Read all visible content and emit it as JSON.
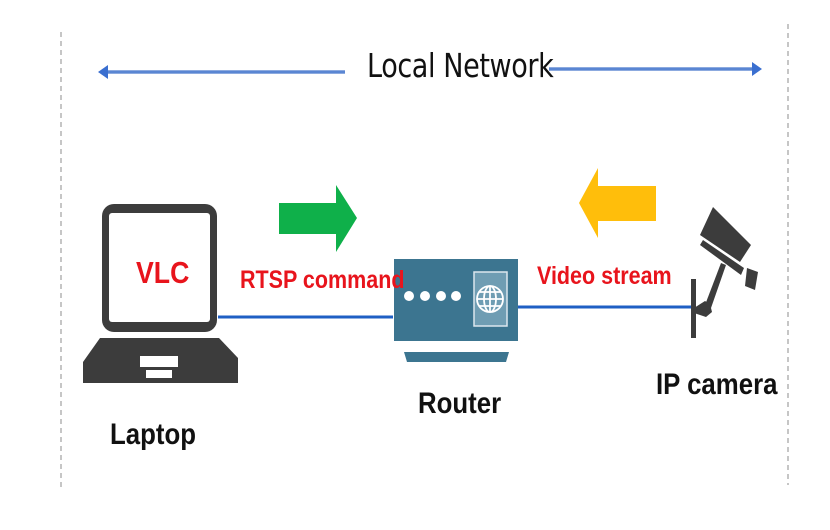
{
  "diagram": {
    "title": "Local Network",
    "nodes": {
      "laptop": {
        "label": "Laptop",
        "screen_text": "VLC"
      },
      "router": {
        "label": "Router"
      },
      "camera": {
        "label": "IP camera"
      }
    },
    "links": [
      {
        "from": "laptop",
        "to": "router",
        "label": "RTSP command",
        "arrow_direction": "right",
        "arrow_color": "#0fb04a"
      },
      {
        "from": "camera",
        "to": "router",
        "label": "Video stream",
        "arrow_direction": "left",
        "arrow_color": "#ffbe0b"
      }
    ],
    "colors": {
      "network_arrow": "#4a7fd0",
      "link_line": "#1f5fc4",
      "label_red": "#e8141c",
      "device_dark": "#3c3c3c",
      "router_body": "#3c7590",
      "router_panel": "#6f9db3",
      "boundary_dash": "#b0b0b0"
    }
  }
}
